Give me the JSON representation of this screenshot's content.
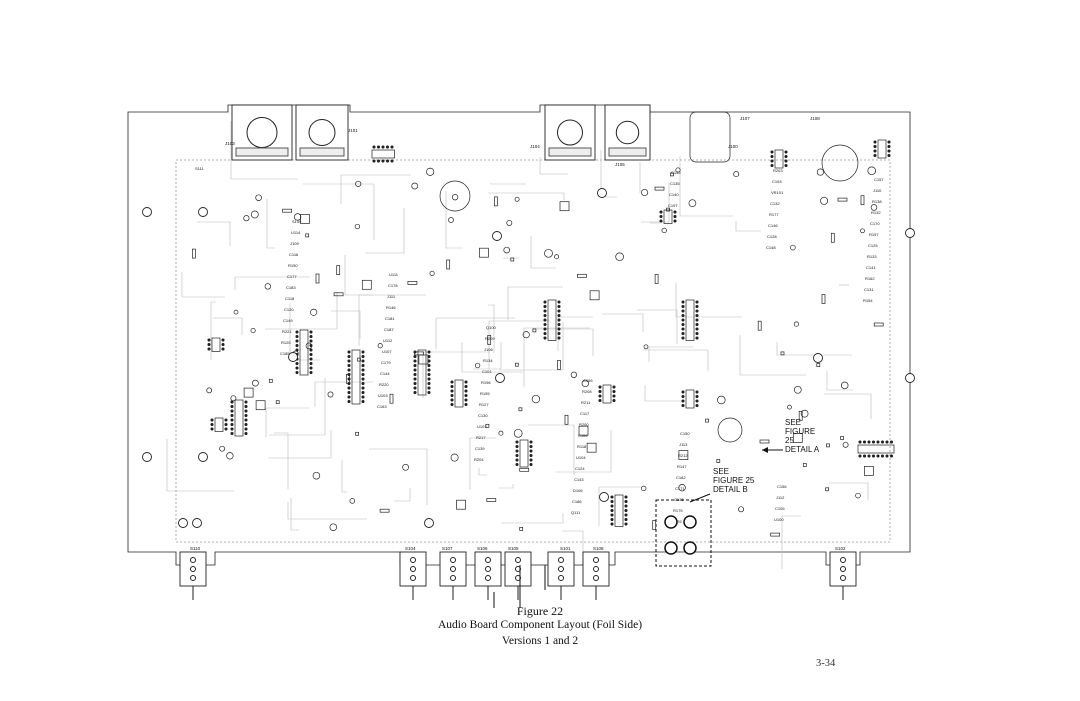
{
  "caption": {
    "figure": "Figure 22",
    "title": "Audio Board Component Layout (Foil Side)",
    "subtitle": "Versions 1 and 2"
  },
  "page_number": "3-34",
  "callouts": {
    "see_figure_25_a": [
      "SEE",
      "FIGURE",
      "25",
      "DETAIL A"
    ],
    "see_figure_25_b": [
      "SEE",
      "FIGURE 25",
      "DETAIL B"
    ]
  },
  "connectors": {
    "top": [
      "J103",
      "J101",
      "J104",
      "J105",
      "J100",
      "J107",
      "J108"
    ],
    "bottom": [
      "S110",
      "S104",
      "S107",
      "S106",
      "S105",
      "S101",
      "S108",
      "S102"
    ]
  },
  "component_labels": [
    "S111",
    "S100",
    "U111",
    "Q100",
    "C155",
    "C150",
    "C156",
    "C157",
    "U114",
    "C178",
    "R209",
    "R208",
    "J113",
    "J112",
    "J110",
    "J109",
    "J111",
    "J106",
    "R211",
    "R212",
    "C105",
    "R138",
    "C116",
    "R146",
    "R134",
    "C117",
    "R147",
    "U100",
    "R132",
    "R150",
    "C181",
    "C101",
    "R200",
    "C182",
    "R203",
    "C170",
    "C177",
    "C187",
    "R196",
    "C164",
    "C171",
    "C193",
    "R197",
    "C183",
    "U112",
    "R155",
    "R118",
    "C136",
    "VR101",
    "C125",
    "C118",
    "U107",
    "R127",
    "U104",
    "R175",
    "C132",
    "R133",
    "C120",
    "C179",
    "C130",
    "C124",
    "R176",
    "R177",
    "C141",
    "C149",
    "C144",
    "U101",
    "C143",
    "C145",
    "C146",
    "R162",
    "R221",
    "R220",
    "R217",
    "D106",
    "C135",
    "C128",
    "C131",
    "R125",
    "U103",
    "C139",
    "C186",
    "C140",
    "C148",
    "R154",
    "C185",
    "C163",
    "R204",
    "Q111",
    "C197"
  ]
}
